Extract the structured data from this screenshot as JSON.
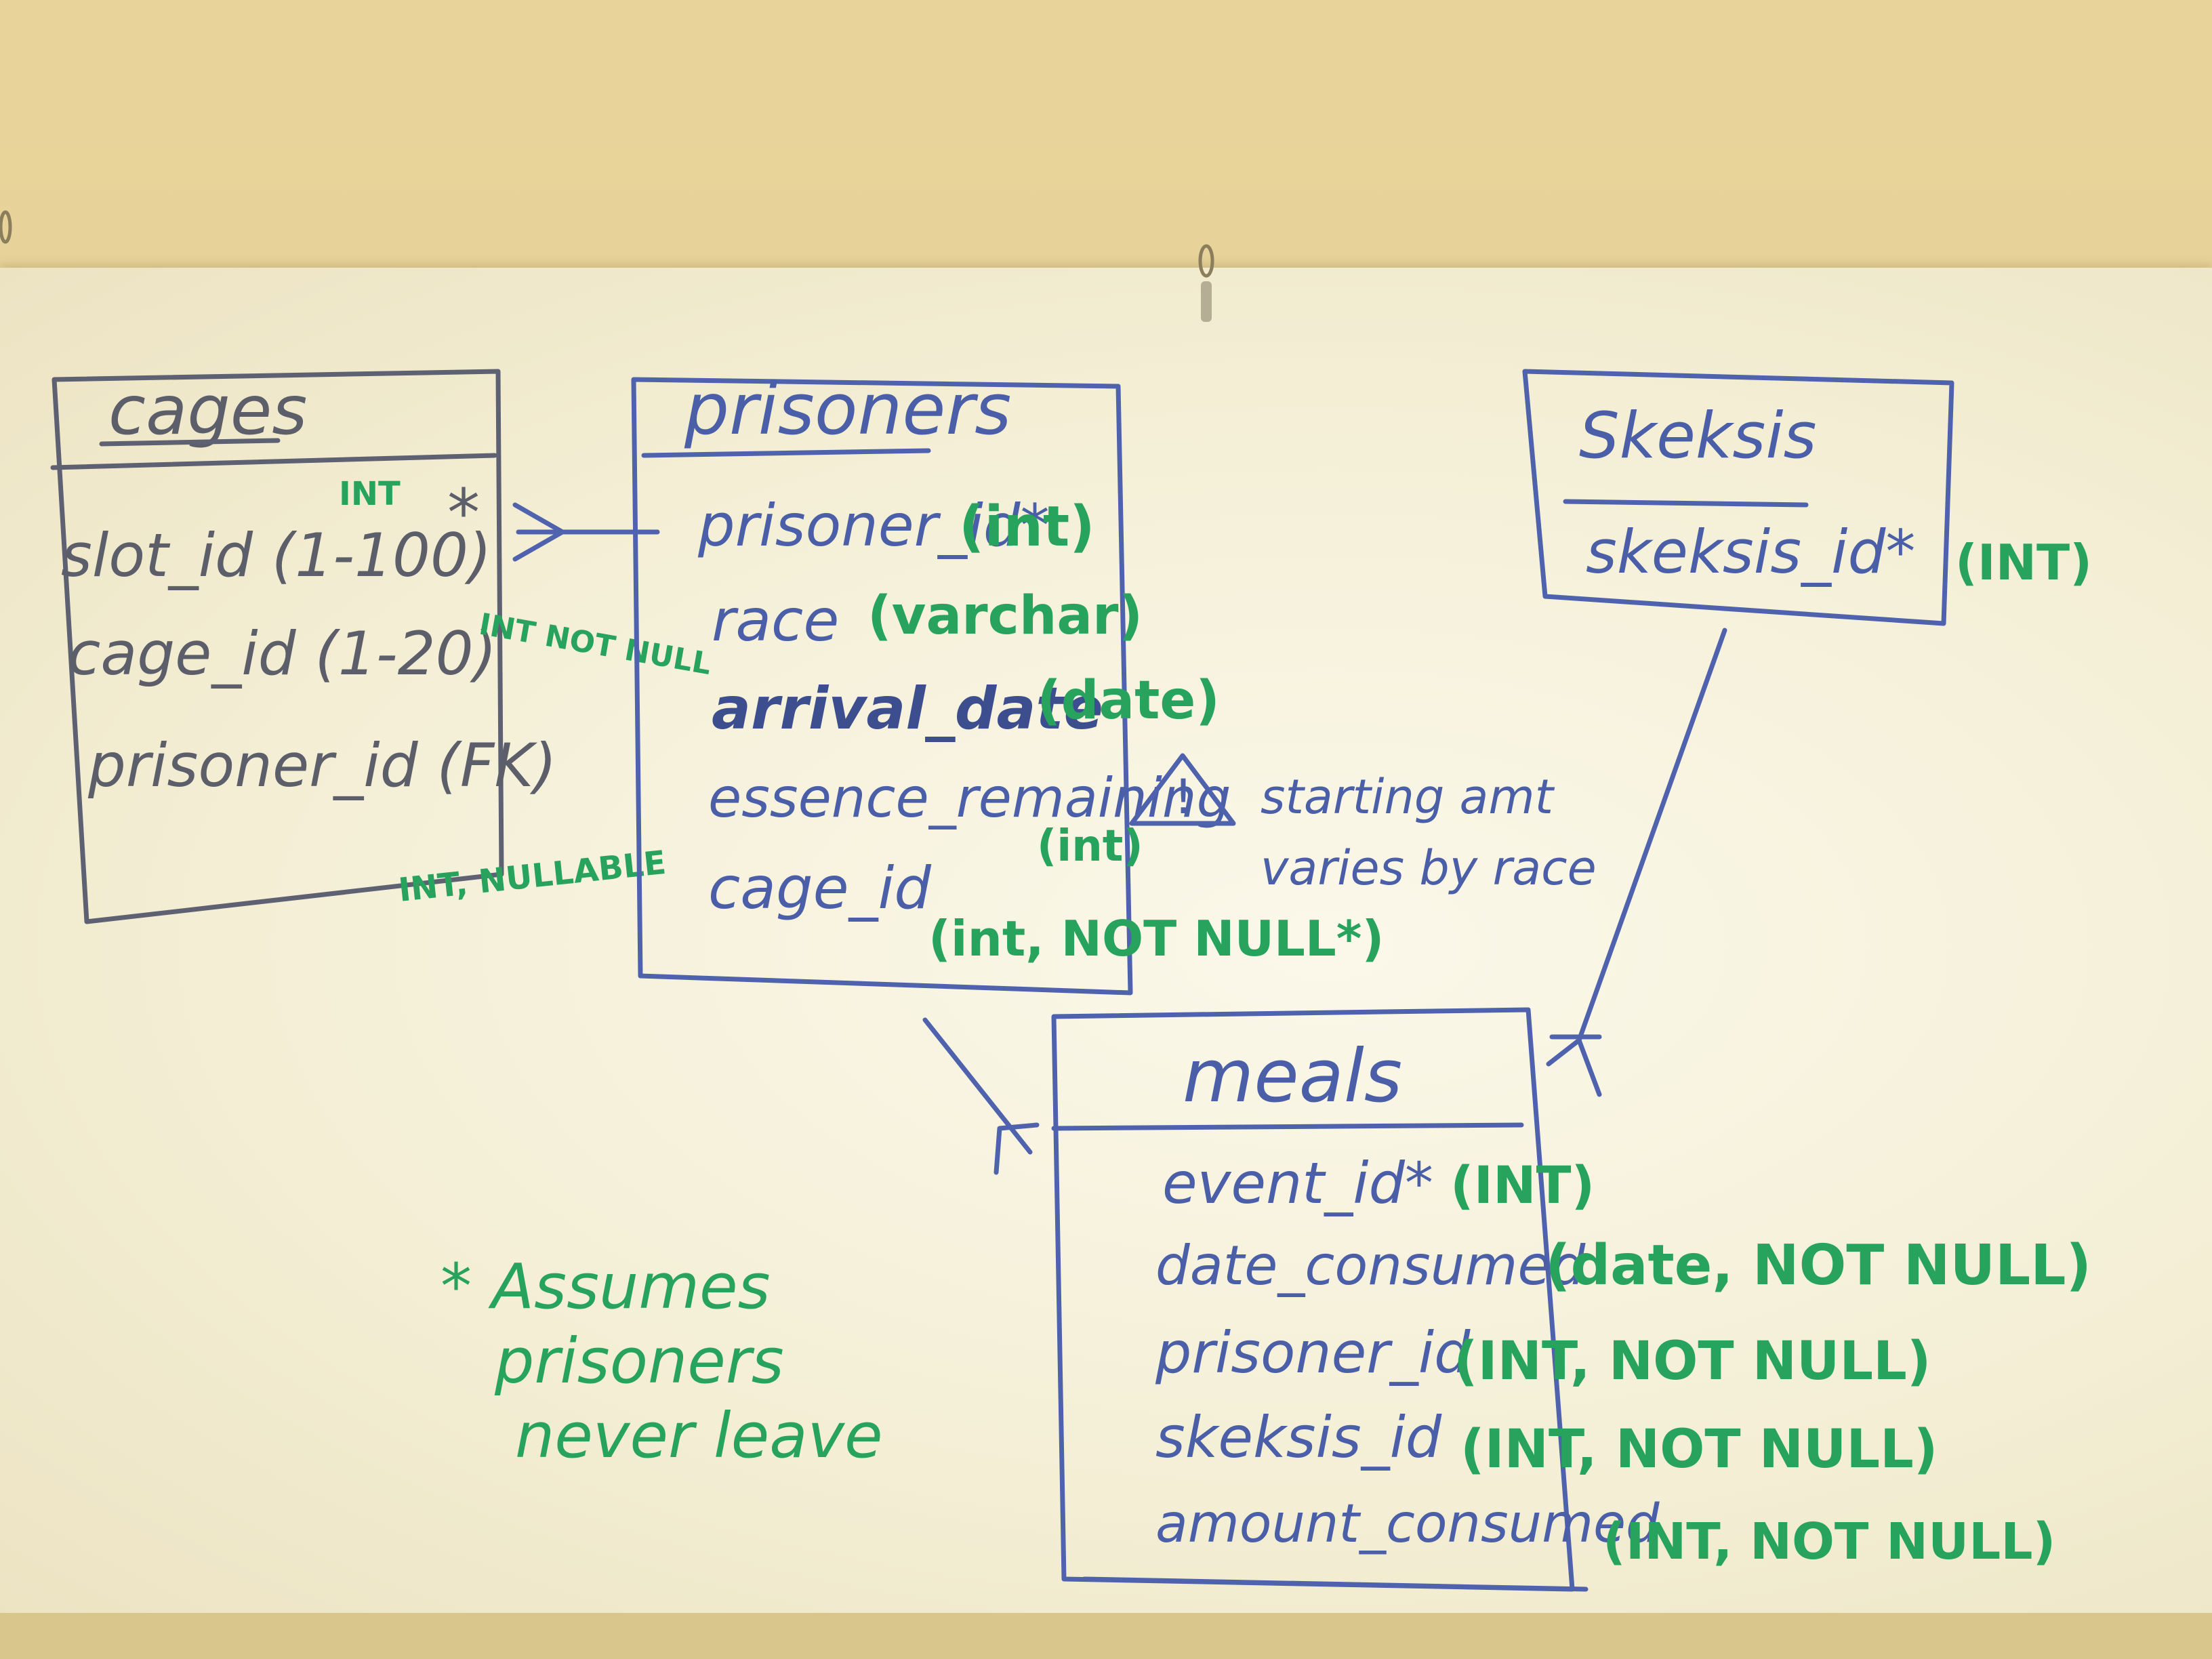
{
  "tables": {
    "cages": {
      "title": "cages",
      "fields": [
        {
          "name": "slot_id (1-100)",
          "mark": "*",
          "note": "INT"
        },
        {
          "name": "cage_id (1-20)",
          "note": "INT NOT NULL"
        },
        {
          "name": "prisoner_id (FK)",
          "note": "INT, NULLABLE"
        }
      ]
    },
    "prisoners": {
      "title": "prisoners",
      "fields": [
        {
          "name": "prisoner_id*",
          "type": "(int)"
        },
        {
          "name": "race",
          "type": "(varchar)"
        },
        {
          "name": "arrival_date",
          "type": "(date)"
        },
        {
          "name": "essence_remaining",
          "type": "(int)"
        },
        {
          "name": "cage_id",
          "type": "(int, NOT NULL*)"
        }
      ],
      "warning": {
        "symbol": "!",
        "text": "starting amt varies by race"
      }
    },
    "skeksis": {
      "title": "Skeksis",
      "fields": [
        {
          "name": "skeksis_id*",
          "type": "(INT)"
        }
      ]
    },
    "meals": {
      "title": "meals",
      "fields": [
        {
          "name": "event_id*",
          "type": "(INT)"
        },
        {
          "name": "date_consumed",
          "type": "(date, NOT NULL)"
        },
        {
          "name": "prisoner_id",
          "type": "(INT, NOT NULL)"
        },
        {
          "name": "skeksis_id",
          "type": "(INT, NOT NULL)"
        },
        {
          "name": "amount_consumed",
          "type": "(INT, NOT NULL)"
        }
      ]
    }
  },
  "footnote": "* Assumes prisoners never leave",
  "colors": {
    "marker_blue": "#4a5fa8",
    "marker_green": "#27a35e",
    "marker_gray": "#5c5e6a",
    "board": "#f7f3e2",
    "wall": "#e6d296"
  }
}
